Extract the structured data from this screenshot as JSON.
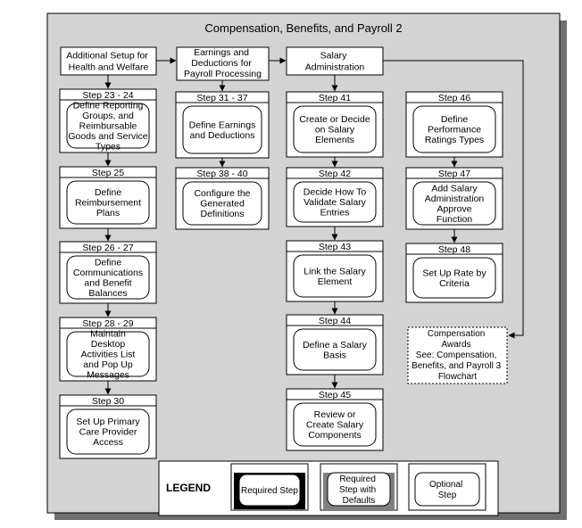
{
  "title": "Compensation, Benefits, and Payroll 2",
  "top_row": [
    {
      "lines": [
        "Additional Setup for",
        "Health and Welfare"
      ]
    },
    {
      "lines": [
        "Earnings and",
        "Deductions for",
        "Payroll Processing"
      ]
    },
    {
      "lines": [
        "Salary",
        "Administration"
      ]
    }
  ],
  "columns": [
    [
      {
        "step": "Step 23 - 24",
        "lines": [
          "Define Reporting",
          "Groups, and",
          "Reimbursable",
          "Goods and Service",
          "Types"
        ]
      },
      {
        "step": "Step 25",
        "lines": [
          "Define",
          "Reimbursement",
          "Plans"
        ]
      },
      {
        "step": "Step 26 - 27",
        "lines": [
          "Define",
          "Communications",
          "and Benefit",
          "Balances"
        ]
      },
      {
        "step": "Step 28 - 29",
        "lines": [
          "Maintain",
          "Desktop",
          "Activities List",
          "and Pop Up",
          "Messages"
        ]
      },
      {
        "step": "Step 30",
        "lines": [
          "Set Up Primary",
          "Care Provider",
          "Access"
        ]
      }
    ],
    [
      {
        "step": "Step 31 - 37",
        "lines": [
          "Define Earnings",
          "and Deductions"
        ]
      },
      {
        "step": "Step 38 - 40",
        "lines": [
          "Configure the",
          "Generated",
          "Definitions"
        ]
      }
    ],
    [
      {
        "step": "Step 41",
        "lines": [
          "Create or Decide",
          "on Salary",
          "Elements"
        ]
      },
      {
        "step": "Step 42",
        "lines": [
          "Decide How To",
          "Validate Salary",
          "Entries"
        ]
      },
      {
        "step": "Step 43",
        "lines": [
          "Link the Salary",
          "Element"
        ]
      },
      {
        "step": "Step 44",
        "lines": [
          "Define a Salary",
          "Basis"
        ]
      },
      {
        "step": "Step 45",
        "lines": [
          "Review or",
          "Create Salary",
          "Components"
        ]
      }
    ],
    [
      {
        "step": "Step 46",
        "lines": [
          "Define",
          "Performance",
          "Ratings Types"
        ]
      },
      {
        "step": "Step 47",
        "lines": [
          "Add Salary",
          "Administration",
          "Approve",
          "Function"
        ]
      },
      {
        "step": "Step 48",
        "lines": [
          "Set Up Rate by",
          "Criteria"
        ]
      }
    ]
  ],
  "reference_box": {
    "lines": [
      "Compensation",
      "Awards",
      "See: Compensation,",
      "Benefits, and Payroll 3",
      "Flowchart"
    ]
  },
  "legend": {
    "title": "LEGEND",
    "items": [
      {
        "type": "required",
        "lines": [
          "Required Step"
        ]
      },
      {
        "type": "defaults",
        "lines": [
          "Required",
          "Step with",
          "Defaults"
        ]
      },
      {
        "type": "optional",
        "lines": [
          "Optional",
          "Step"
        ]
      }
    ]
  }
}
